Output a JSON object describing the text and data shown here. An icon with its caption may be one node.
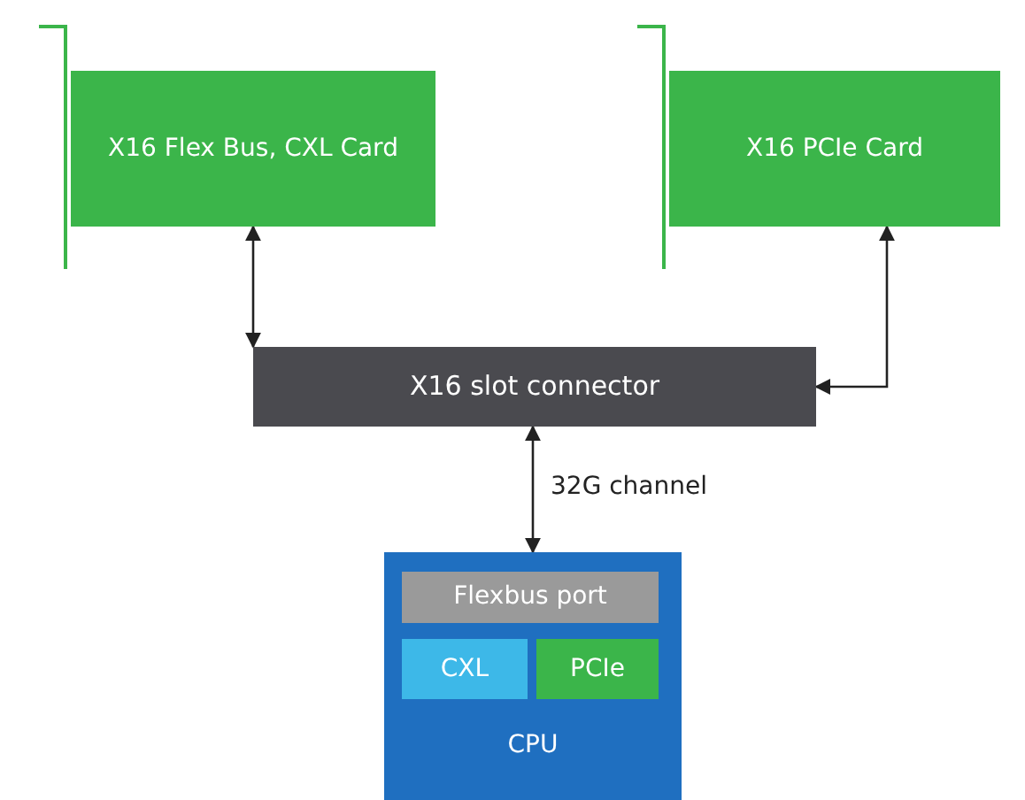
{
  "diagram": {
    "nodes": [
      {
        "text": [
          "X16 Flex Bus, CXL Card"
        ]
      },
      {
        "text": [
          "X16 PCIe Card"
        ]
      },
      {
        "text": [
          "X16 slot connector"
        ]
      },
      {
        "text": [
          "CPU"
        ]
      },
      {
        "text": [
          "Flexbus port"
        ],
        "in": 3
      },
      {
        "text": [
          "CXL"
        ],
        "in": 3
      },
      {
        "text": [
          "PCIe"
        ],
        "in": 3
      }
    ],
    "edges": [
      {
        "from": 0,
        "to": 2,
        "arrow": "both"
      },
      {
        "from": 1,
        "to": 2,
        "arrow": "both"
      },
      {
        "from": 2,
        "to": 3,
        "arrow": "both",
        "label": "32G channel"
      }
    ]
  }
}
